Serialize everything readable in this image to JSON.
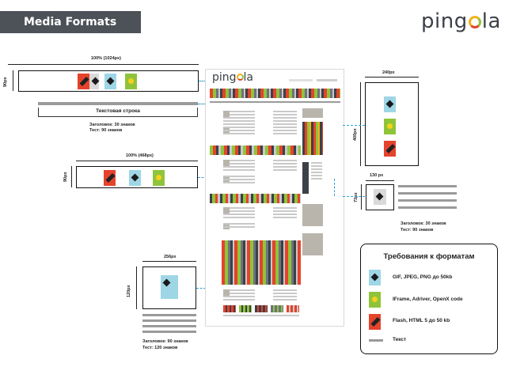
{
  "header": {
    "title": "Media Formats",
    "logo_text_pre": "ping",
    "logo_text_post": "la"
  },
  "mockup_logo": {
    "pre": "ping",
    "post": "la"
  },
  "banners": {
    "leaderboard": {
      "width_label": "100% (1024px)",
      "height_label": "90px"
    },
    "text_line": {
      "label": "Текстовая строка",
      "caption_1": "Заголовок: 30 знаков",
      "caption_2": "Тест: 90 знаков"
    },
    "mid_banner": {
      "width_label": "100% (468px)",
      "height_label": "90px"
    },
    "skyscraper": {
      "width_label": "240px",
      "height_label": "400px"
    },
    "small": {
      "width_label": "130 px",
      "height_label": "73px",
      "caption_1": "Заголовок: 30 знаков",
      "caption_2": "Тест: 90 знаков"
    },
    "square": {
      "width_label": "256px",
      "height_label": "120px",
      "caption_1": "Заголовок: 90 знаков",
      "caption_2": "Тест: 120 знаков"
    }
  },
  "requirements": {
    "title": "Требования к форматам",
    "items": [
      {
        "icon": "image-format-icon",
        "label": "GIF, JPEG, PNG до 50kb"
      },
      {
        "icon": "iframe-format-icon",
        "label": "IFrame, Adriver, OpenX code"
      },
      {
        "icon": "flash-format-icon",
        "label": "Flash, HTML 5  до 50 kb"
      },
      {
        "icon": "text-format-icon",
        "label": "Текст"
      }
    ]
  },
  "colors": {
    "title_bar": "#4d5258",
    "accent_dash": "#33a0d6",
    "green": "#8fc43a",
    "red": "#e5432c",
    "yellow": "#f2b21a"
  }
}
